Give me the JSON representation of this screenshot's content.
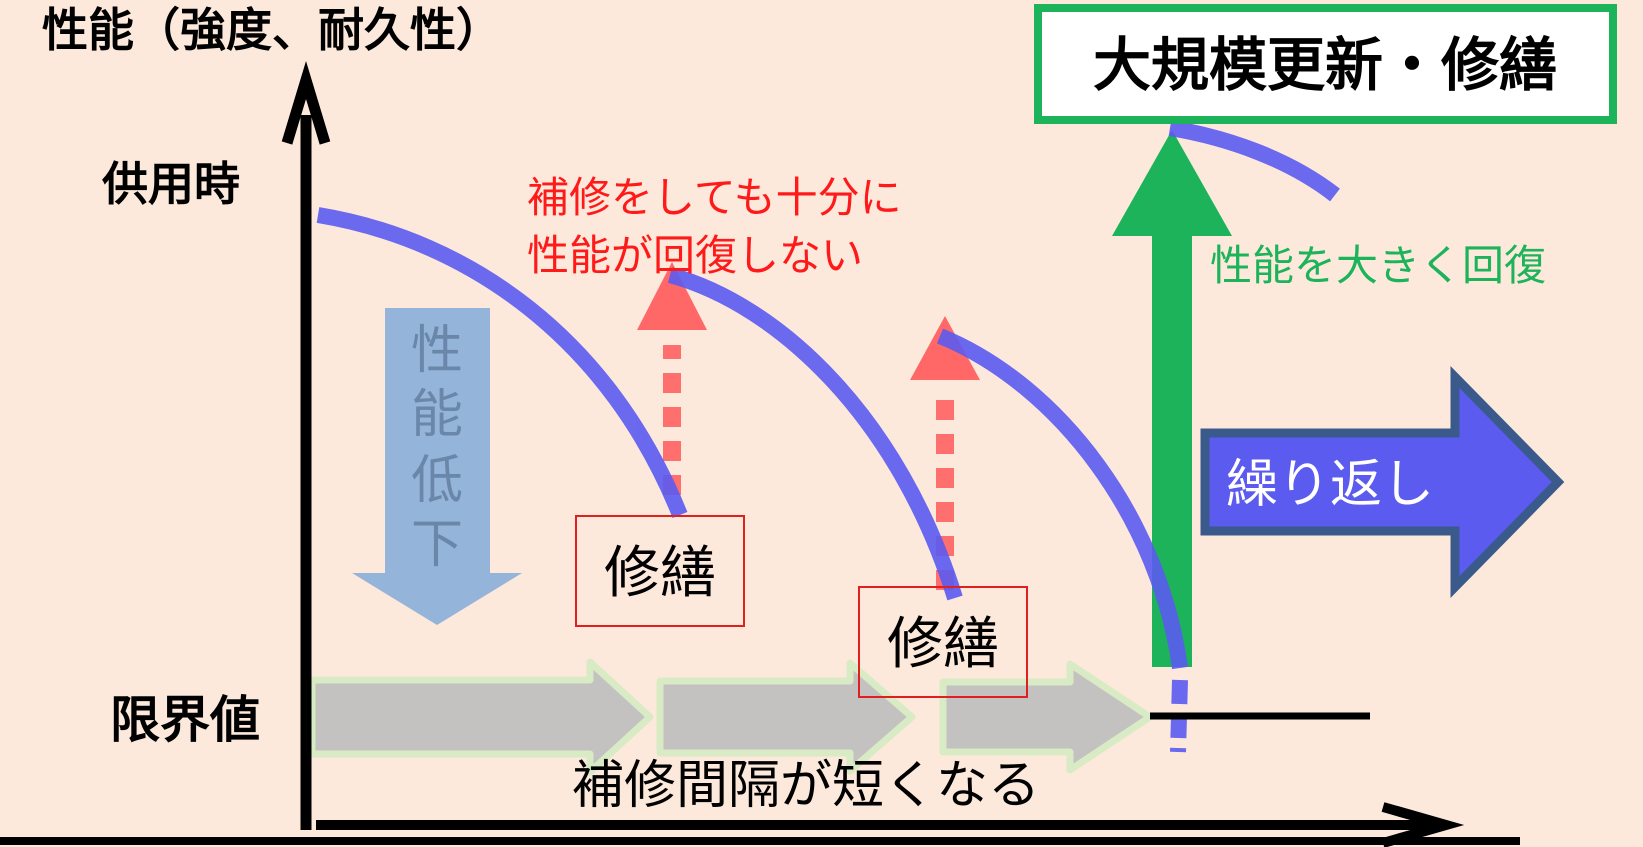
{
  "axis": {
    "y_title": "性能（強度、耐久性）",
    "level_service": "供用時",
    "level_limit": "限界値"
  },
  "labels": {
    "performance_decline": [
      "性",
      "能",
      "低",
      "下"
    ],
    "repair": "修繕",
    "note_line1": "補修をしても十分に",
    "note_line2": "性能が回復しない",
    "major_renewal": "大規模更新・修繕",
    "major_recovery": "性能を大きく回復",
    "repeat": "繰り返し",
    "interval_shorter": "補修間隔が短くなる"
  },
  "colors": {
    "background": "#fde9dc",
    "performance_curve": "#5b5bf0",
    "repair_arrow": "#ff5a5a",
    "note_text": "#ff1a1a",
    "major_green": "#1db35a",
    "repeat_arrow_fill": "#5b5bf0",
    "repeat_arrow_border": "#3a5a8c",
    "decline_arrow": "#8fb1d8",
    "interval_arrow_fill": "#c0c0c0",
    "interval_arrow_border": "#d7ecc4",
    "repair_box_border": "#e02020"
  }
}
